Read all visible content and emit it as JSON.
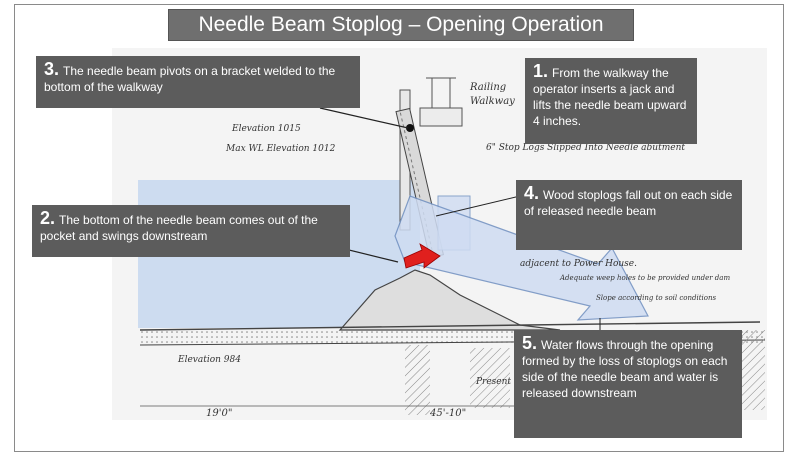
{
  "title": "Needle Beam Stoplog – Opening Operation",
  "callouts": [
    {
      "num": "3.",
      "text": "The needle beam pivots on a bracket welded to the bottom of the walkway"
    },
    {
      "num": "1.",
      "text": "From the walkway the operator inserts a jack and lifts the needle beam upward 4 inches."
    },
    {
      "num": "4.",
      "text": "Wood stoplogs fall out on each side of released needle beam"
    },
    {
      "num": "2.",
      "text": "The bottom of the needle beam comes out of the pocket and swings downstream"
    },
    {
      "num": "5.",
      "text": "Water flows through the opening formed by the loss of stoplogs on each side of the needle beam and water is released downstream"
    }
  ],
  "drawing_labels": {
    "railing": "Railing",
    "walkway": "Walkway",
    "elevation_top": "Elevation 1015",
    "max_wl": "Max WL Elevation 1012",
    "stoplogs_note": "6\" Stop Logs Slipped Into Needle abutment",
    "power_house": "adjacent to Power House.",
    "holes_note": "Adequate weep holes to be provided under dam",
    "slope_note": "Slope according to soil conditions",
    "elevation_bottom": "Elevation 984",
    "present": "Present",
    "dim_left": "19'0\"",
    "dim_right": "45'-10\""
  },
  "colors": {
    "callout_bg": "#5c5c5c",
    "water": "#c9d9f0",
    "arrow_fill": "#cfdcf2",
    "arrow_stroke": "#6f8fc0",
    "red_arrow": "#e0201e"
  }
}
